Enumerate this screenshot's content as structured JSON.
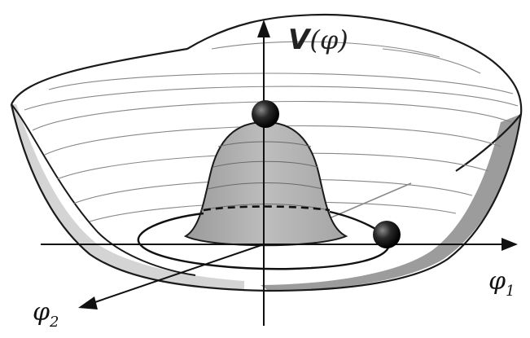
{
  "figure": {
    "potential_label": "V(φ)",
    "axis_x": {
      "symbol": "φ",
      "subscript": "1"
    },
    "axis_y": {
      "symbol": "φ",
      "subscript": "2"
    }
  }
}
